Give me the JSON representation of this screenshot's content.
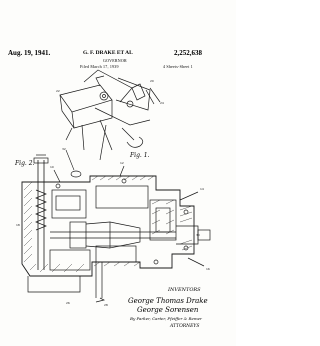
{
  "header": {
    "date": "Aug. 19, 1941.",
    "inventor_line": "G. F. DRAKE ET AL",
    "patent_number": "2,252,638",
    "title": "GOVERNOR",
    "filed": "Filed March 17, 1939",
    "sheets": "4 Sheets-Sheet 1"
  },
  "figure_labels": [
    "Fig. 1.",
    "Fig. 2."
  ],
  "signature_block": {
    "role_top": "INVENTORS",
    "inventor_1": "George Thomas Drake",
    "inventor_2": "George Sorensen",
    "attorney_line": "By Parker, Carter, Pfeiffer & Remer",
    "role_bottom": "ATTORNEYS"
  }
}
